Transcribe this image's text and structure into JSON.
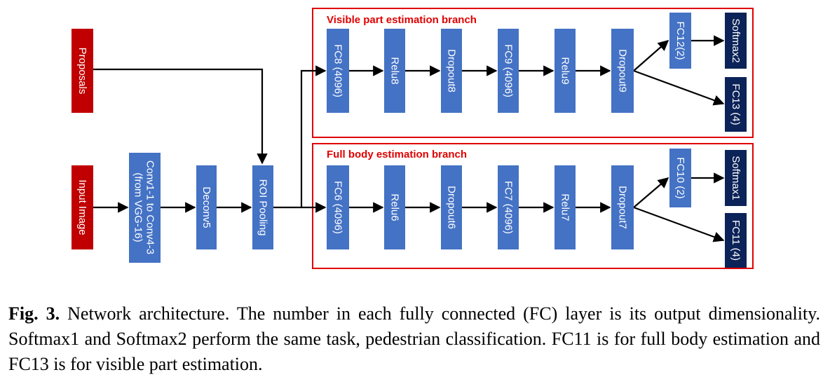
{
  "colors": {
    "red_node": "#c00000",
    "blue_node": "#4472c4",
    "dark_node": "#0b2358",
    "branch_border": "#e00000",
    "arrow": "#000000"
  },
  "nodes": {
    "proposals": "Proposals",
    "input_image": "Input Image",
    "conv_line1": "Conv1-1 to Conv4-3",
    "conv_line2": "(from VGG-16)",
    "deconv5": "Deconv5",
    "roi_pooling": "ROI Pooling"
  },
  "visible_branch": {
    "title": "Visible part estimation branch",
    "layers": [
      "FC8 (4096)",
      "Relu8",
      "Dropout8",
      "FC9 (4096)",
      "Relu9",
      "Dropout9"
    ],
    "fc_small": "FC12(2)",
    "softmax": "Softmax2",
    "fc_out": "FC13 (4)"
  },
  "full_branch": {
    "title": "Full body estimation branch",
    "layers": [
      "FC6 (4096)",
      "Relu6",
      "Dropout6",
      "FC7 (4096)",
      "Relu7",
      "Dropout7"
    ],
    "fc_small": "FC10 (2)",
    "softmax": "Softmax1",
    "fc_out": "FC11 (4)"
  },
  "caption": {
    "label": "Fig. 3.",
    "text": "Network architecture. The number in each fully connected (FC) layer is its output dimensionality. Softmax1 and Softmax2 perform the same task, pedestrian classification. FC11 is for full body estimation and FC13 is for visible part estimation."
  }
}
